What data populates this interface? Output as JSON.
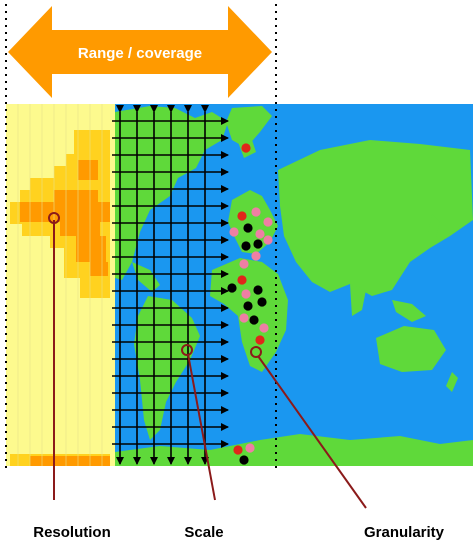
{
  "range_label": "Range / coverage",
  "callouts": {
    "resolution": "Resolution",
    "scale": "Scale",
    "granularity": "Granularity"
  },
  "icons": [
    "double-headed-arrow",
    "grid-arrows",
    "circle-marker"
  ],
  "colors": {
    "ocean": "#1a97f0",
    "land": "#5fd93a",
    "raster_background": "#fdfa8e",
    "raster_warm": "#ffd21f",
    "raster_hot": "#ff9a00",
    "arrow": "#ff9a00",
    "grid": "#000000",
    "callout_line": "#8b1a1a",
    "dot_red": "#e0261a",
    "dot_pink": "#ef7fa4",
    "dot_black": "#000000"
  }
}
